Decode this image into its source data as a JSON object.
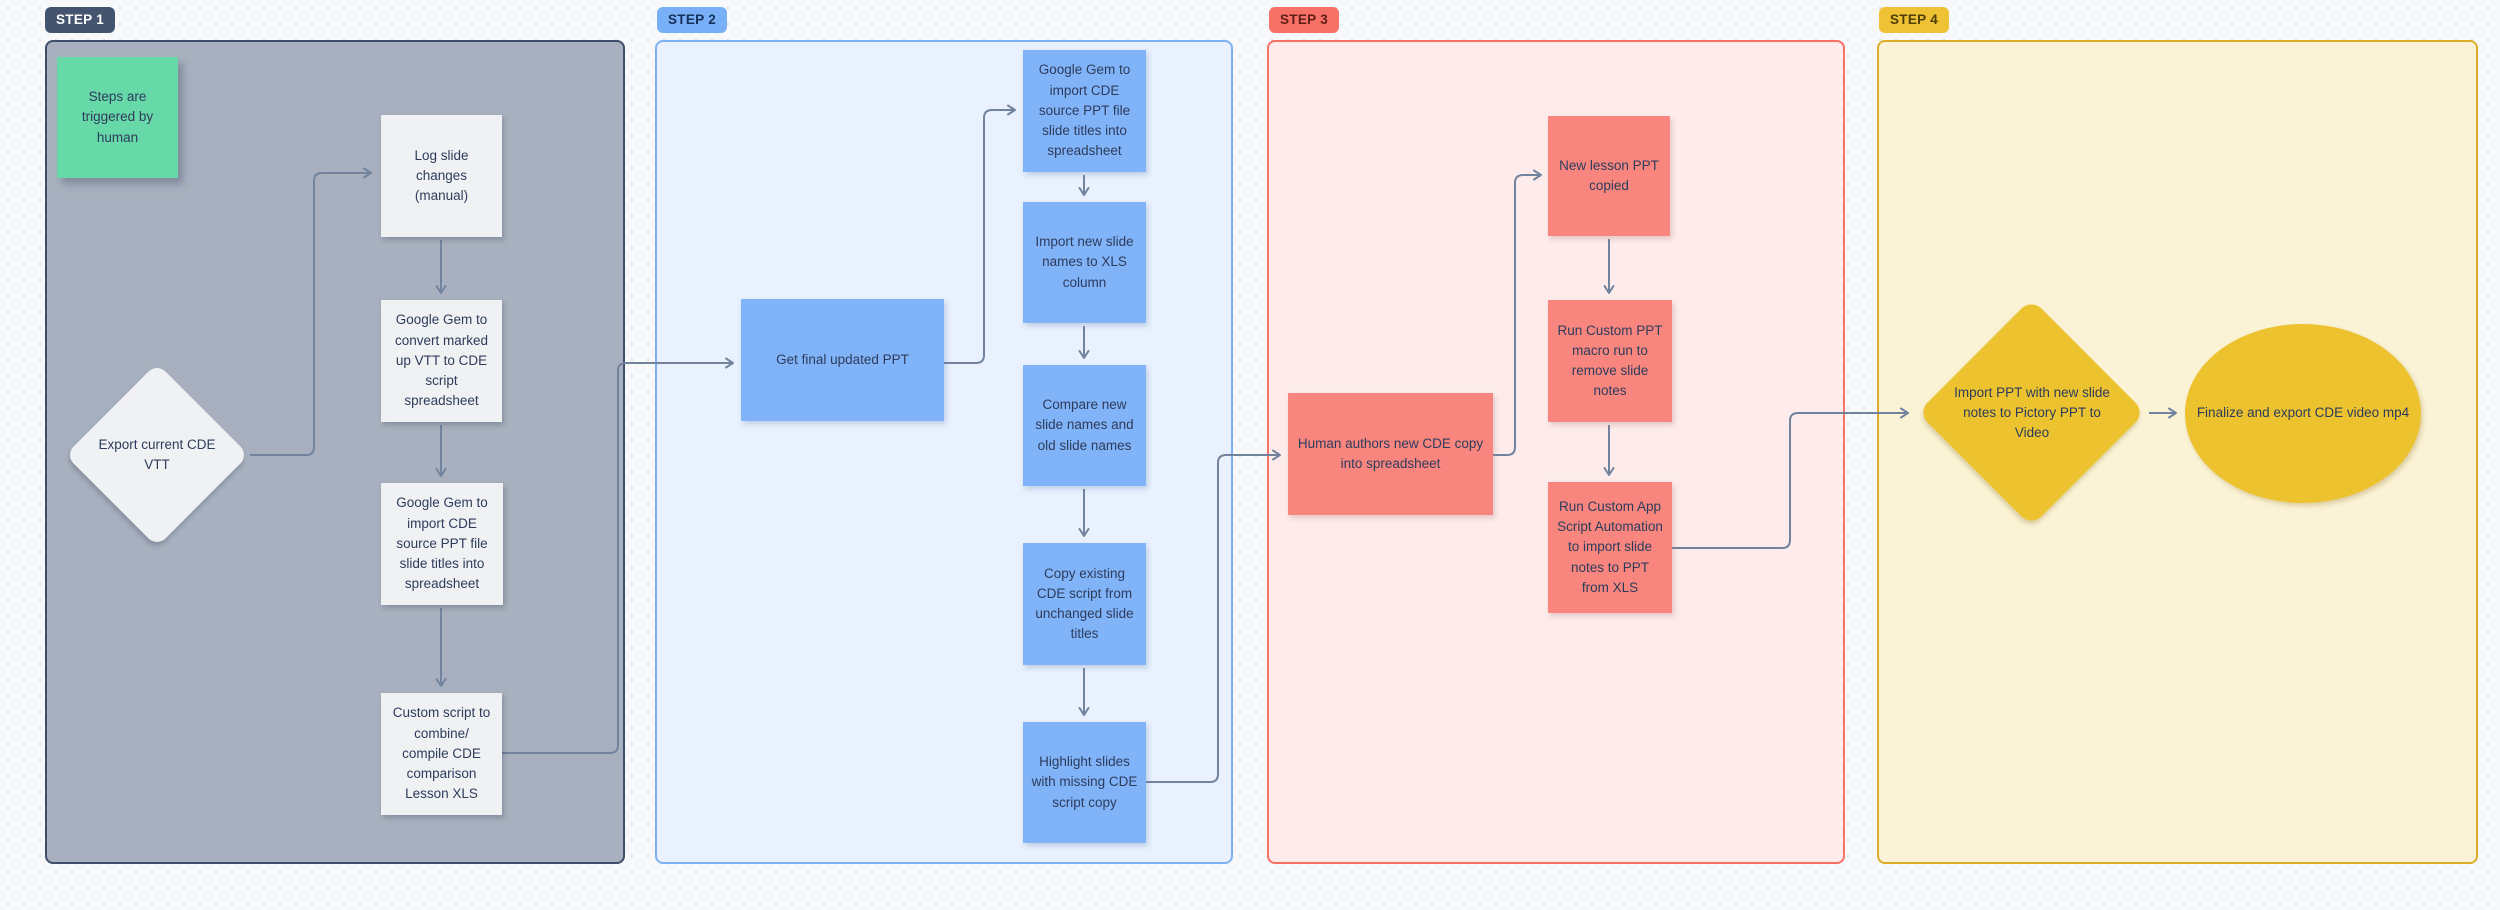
{
  "diagram": {
    "type": "flowchart",
    "steps": [
      {
        "label": "STEP 1",
        "badge_bg": "#44546f",
        "container_bg": "#a8b0bf",
        "nodes": {
          "sticky": "Steps are triggered by human",
          "log_slide": "Log slide changes (manual)",
          "gem_convert": "Google Gem to convert marked up VTT to CDE script spreadsheet",
          "export_vtt": "Export current CDE VTT",
          "gem_import": "Google Gem to import CDE source PPT file slide titles into spreadsheet",
          "custom_script": "Custom script to combine/ compile CDE comparison Lesson  XLS"
        }
      },
      {
        "label": "STEP 2",
        "badge_bg": "#79aff7",
        "container_bg": "#e8f1fd",
        "nodes": {
          "get_ppt": "Get final updated PPT",
          "gem_import": "Google Gem to import CDE source PPT file slide titles into spreadsheet",
          "import_names": "Import new slide names to XLS column",
          "compare_names": "Compare new slide names and old slide names",
          "copy_existing": "Copy existing CDE script from unchanged slide titles",
          "highlight_slides": "Highlight slides with missing CDE script copy"
        }
      },
      {
        "label": "STEP 3",
        "badge_bg": "#f87168",
        "container_bg": "#fdeceb",
        "nodes": {
          "human_authors": "Human authors new CDE copy into spreadsheet",
          "new_ppt": "New lesson PPT copied",
          "run_macro": "Run Custom PPT macro run to remove slide notes",
          "run_appscript": "Run Custom App Script Automation to import slide notes to PPT from XLS"
        }
      },
      {
        "label": "STEP 4",
        "badge_bg": "#eec234",
        "container_bg": "#fbf3d6",
        "nodes": {
          "import_pictory": "Import PPT with new slide notes to Pictory PPT to Video",
          "finalize": "Finalize and export CDE video mp4"
        }
      }
    ],
    "colors": {
      "sticky_green": "#67d8a7",
      "neutral_box": "#f0f1f3",
      "blue_box": "#81b3f8",
      "salmon_box": "#f8867e",
      "gold_shape": "#ecc32e",
      "connector": "#72839e"
    }
  }
}
